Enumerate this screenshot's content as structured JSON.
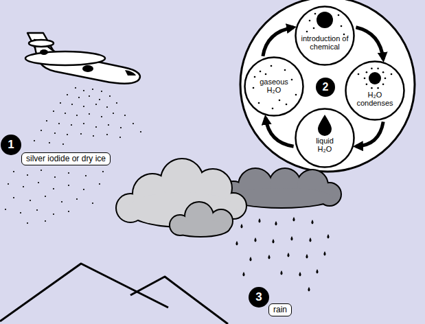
{
  "diagram": {
    "nodes": [
      {
        "text": [
          "silver iodide or dry ice"
        ]
      },
      {
        "text": [
          "introduction of chemical"
        ]
      },
      {
        "text": [
          "gaseous H₂O"
        ]
      },
      {
        "text": [
          "H₂O condenses"
        ]
      },
      {
        "text": [
          "liquid H₂O"
        ]
      },
      {
        "text": [
          "rain"
        ]
      }
    ],
    "edges": [
      {
        "from": 2,
        "to": 1,
        "arrow": "to"
      },
      {
        "from": 1,
        "to": 3,
        "arrow": "to"
      },
      {
        "from": 3,
        "to": 4,
        "arrow": "to"
      },
      {
        "from": 4,
        "to": 2,
        "arrow": "to"
      }
    ],
    "labels": [
      "1",
      "2",
      "3"
    ]
  }
}
